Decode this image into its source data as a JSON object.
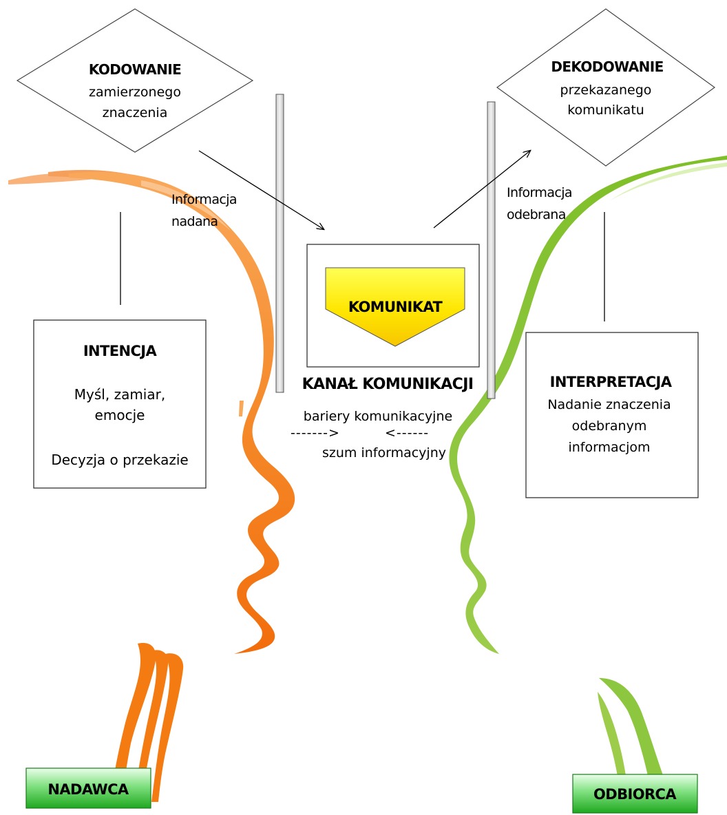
{
  "encoding": {
    "title": "KODOWANIE",
    "line1": "zamierzonego",
    "line2": "znaczenia"
  },
  "decoding": {
    "title": "DEKODOWANIE",
    "line1": "przekazanego",
    "line2": "komunikatu"
  },
  "sent_info": {
    "line1": "Informacja",
    "line2": "nadana"
  },
  "received_info": {
    "line1": "Informacja",
    "line2": "odebrana"
  },
  "message": {
    "label": "KOMUNIKAT"
  },
  "channel": {
    "label": "KANAŁ KOMUNIKACJI",
    "barriers": "bariery komunikacyjne",
    "noise": "szum informacyjny",
    "arrow_left": "------->",
    "arrow_right": "<------"
  },
  "intention": {
    "title": "INTENCJA",
    "line1": "Myśl, zamiar,",
    "line2": "emocje",
    "line3": "Decyzja o przekazie"
  },
  "interpretation": {
    "title": "INTERPRETACJA",
    "line1": "Nadanie znaczenia",
    "line2": "odebranym",
    "line3": "informacjom"
  },
  "sender": {
    "label": "NADAWCA"
  },
  "receiver": {
    "label": "ODBIORCA"
  },
  "colors": {
    "sender_stroke": "#f5821f",
    "receiver_stroke": "#8cc63f",
    "message_fill": "#ffe600",
    "badge_green": "#2fbf2f"
  }
}
